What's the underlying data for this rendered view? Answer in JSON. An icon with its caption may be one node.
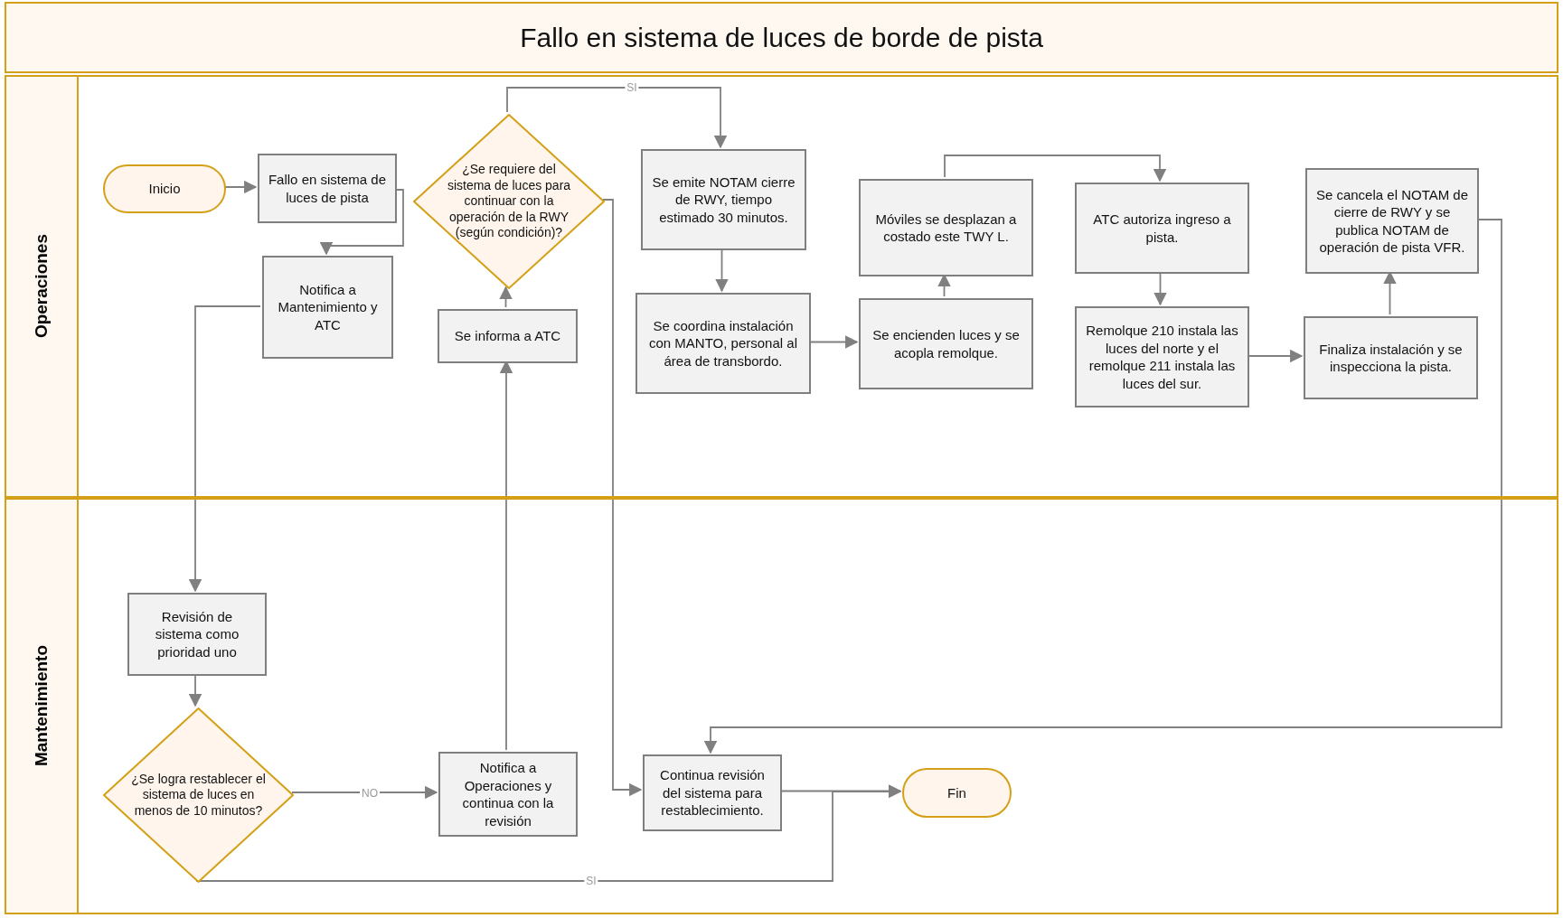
{
  "diagram": {
    "title": "Fallo en sistema de luces de borde de pista",
    "nodes": [
      {
        "text": [
          "Operaciones"
        ]
      },
      {
        "text": [
          "Inicio"
        ],
        "in": 0
      },
      {
        "text": [
          "Fallo en sistema de luces de pista"
        ],
        "in": 0
      },
      {
        "text": [
          "Notifica a Mantenimiento y ATC"
        ],
        "in": 0
      },
      {
        "text": [
          "¿Se requiere del sistema de luces para continuar con la operación de la RWY (según condición)?"
        ],
        "in": 0
      },
      {
        "text": [
          "Se informa a ATC"
        ],
        "in": 0
      },
      {
        "text": [
          "Se emite NOTAM cierre de RWY, tiempo estimado 30 minutos."
        ],
        "in": 0
      },
      {
        "text": [
          "Se coordina instalación con MANTO, personal al área de transbordo."
        ],
        "in": 0
      },
      {
        "text": [
          "Se encienden luces y se acopla remolque."
        ],
        "in": 0
      },
      {
        "text": [
          "Móviles se desplazan a costado este TWY L."
        ],
        "in": 0
      },
      {
        "text": [
          "ATC autoriza ingreso a pista."
        ],
        "in": 0
      },
      {
        "text": [
          "Remolque 210 instala las luces del norte y el remolque 211 instala las luces del sur."
        ],
        "in": 0
      },
      {
        "text": [
          "Finaliza instalación y se inspecciona la pista."
        ],
        "in": 0
      },
      {
        "text": [
          "Se cancela el NOTAM de cierre de RWY y se publica NOTAM de operación de pista VFR."
        ],
        "in": 0
      },
      {
        "text": [
          "Mantenimiento"
        ]
      },
      {
        "text": [
          "Revisión de sistema como prioridad uno"
        ],
        "in": 14
      },
      {
        "text": [
          "¿Se logra restablecer el sistema de luces en menos de 10 minutos?"
        ],
        "in": 14
      },
      {
        "text": [
          "Notifica a Operaciones y continua con la revisión"
        ],
        "in": 14
      },
      {
        "text": [
          "Continua revisión del sistema para restablecimiento."
        ],
        "in": 14
      },
      {
        "text": [
          "Fin"
        ],
        "in": 14
      }
    ],
    "edges": [
      {
        "from": 1,
        "to": 2,
        "arrow": "to"
      },
      {
        "from": 2,
        "to": 3,
        "arrow": "to"
      },
      {
        "from": 3,
        "to": 15,
        "arrow": "to"
      },
      {
        "from": 15,
        "to": 16,
        "arrow": "to"
      },
      {
        "from": 16,
        "to": 17,
        "arrow": "to",
        "label": "NO"
      },
      {
        "from": 16,
        "to": 19,
        "arrow": "to",
        "label": "SI"
      },
      {
        "from": 17,
        "to": 5,
        "arrow": "to"
      },
      {
        "from": 5,
        "to": 4,
        "arrow": "to"
      },
      {
        "from": 4,
        "to": 6,
        "arrow": "to",
        "label": "SI"
      },
      {
        "from": 4,
        "to": 18,
        "arrow": "to"
      },
      {
        "from": 6,
        "to": 7,
        "arrow": "to"
      },
      {
        "from": 7,
        "to": 8,
        "arrow": "to"
      },
      {
        "from": 8,
        "to": 9,
        "arrow": "to"
      },
      {
        "from": 9,
        "to": 10,
        "arrow": "to"
      },
      {
        "from": 10,
        "to": 11,
        "arrow": "to"
      },
      {
        "from": 11,
        "to": 12,
        "arrow": "to"
      },
      {
        "from": 12,
        "to": 13,
        "arrow": "to"
      },
      {
        "from": 13,
        "to": 18,
        "arrow": "to"
      },
      {
        "from": 18,
        "to": 19,
        "arrow": "to"
      }
    ]
  }
}
